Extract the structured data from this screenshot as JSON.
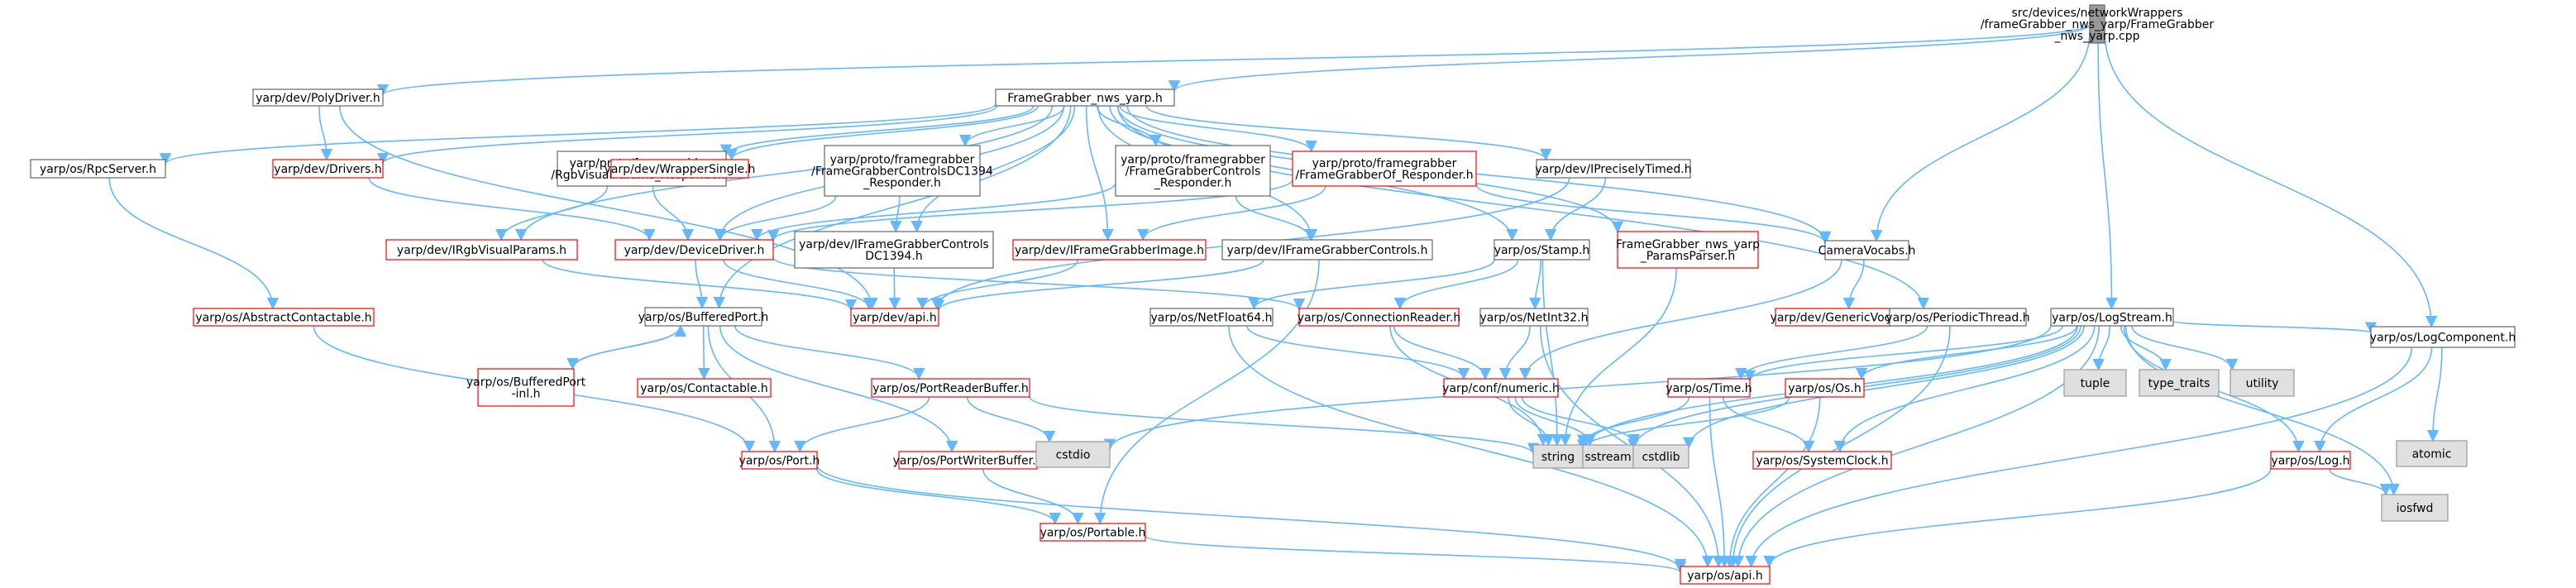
{
  "colors": {
    "edge": "#63b8ff",
    "root_fill": "#999999",
    "root_border": "#666666",
    "normal_border": "#666666",
    "missing_border": "#ff0000",
    "system_fill": "#e0e0e0",
    "system_border": "#999999",
    "node_fill": "#ffffff"
  },
  "nodes": [
    {
      "id": "root",
      "kind": "root",
      "lines": [
        "src/devices/networkWrappers",
        "/frameGrabber_nws_yarp/FrameGrabber",
        "_nws_yarp.cpp"
      ]
    },
    {
      "id": "polydriver",
      "kind": "normal",
      "lines": [
        "yarp/dev/PolyDriver.h"
      ]
    },
    {
      "id": "fgnws_h",
      "kind": "normal",
      "lines": [
        "FrameGrabber_nws_yarp.h"
      ]
    },
    {
      "id": "cameravocabs",
      "kind": "normal",
      "lines": [
        "CameraVocabs.h"
      ]
    },
    {
      "id": "logstream",
      "kind": "normal",
      "lines": [
        "yarp/os/LogStream.h"
      ]
    },
    {
      "id": "logcomponent",
      "kind": "normal",
      "lines": [
        "yarp/os/LogComponent.h"
      ]
    },
    {
      "id": "rpcserver",
      "kind": "normal",
      "lines": [
        "yarp/os/RpcServer.h"
      ]
    },
    {
      "id": "drivers",
      "kind": "missing",
      "lines": [
        "yarp/dev/Drivers.h"
      ]
    },
    {
      "id": "rgbvp_resp",
      "kind": "normal",
      "lines": [
        "yarp/proto/framegrabber",
        "/RgbVisualParams_Responder.h"
      ]
    },
    {
      "id": "wrappersingle",
      "kind": "missing",
      "lines": [
        "yarp/dev/WrapperSingle.h"
      ]
    },
    {
      "id": "fgc1394_resp",
      "kind": "normal",
      "lines": [
        "yarp/proto/framegrabber",
        "/FrameGrabberControlsDC1394",
        "_Responder.h"
      ]
    },
    {
      "id": "fgc_resp",
      "kind": "normal",
      "lines": [
        "yarp/proto/framegrabber",
        "/FrameGrabberControls",
        "_Responder.h"
      ]
    },
    {
      "id": "fgof_resp",
      "kind": "missing",
      "lines": [
        "yarp/proto/framegrabber",
        "/FrameGrabberOf_Responder.h"
      ]
    },
    {
      "id": "ipreciselytimed",
      "kind": "normal",
      "lines": [
        "yarp/dev/IPreciselyTimed.h"
      ]
    },
    {
      "id": "irgbvp",
      "kind": "missing",
      "lines": [
        "yarp/dev/IRgbVisualParams.h"
      ]
    },
    {
      "id": "devicedriver",
      "kind": "missing",
      "lines": [
        "yarp/dev/DeviceDriver.h"
      ]
    },
    {
      "id": "ifgc1394",
      "kind": "normal",
      "lines": [
        "yarp/dev/IFrameGrabberControls",
        "DC1394.h"
      ]
    },
    {
      "id": "ifgimage",
      "kind": "missing",
      "lines": [
        "yarp/dev/IFrameGrabberImage.h"
      ]
    },
    {
      "id": "ifgcontrols",
      "kind": "normal",
      "lines": [
        "yarp/dev/IFrameGrabberControls.h"
      ]
    },
    {
      "id": "stamp",
      "kind": "normal",
      "lines": [
        "yarp/os/Stamp.h"
      ]
    },
    {
      "id": "paramsparser",
      "kind": "missing",
      "lines": [
        "FrameGrabber_nws_yarp",
        "_ParamsParser.h"
      ]
    },
    {
      "id": "genericvocabs",
      "kind": "missing",
      "lines": [
        "yarp/dev/GenericVocabs.h"
      ]
    },
    {
      "id": "periodicthread",
      "kind": "normal",
      "lines": [
        "yarp/os/PeriodicThread.h"
      ]
    },
    {
      "id": "abscontactable",
      "kind": "missing",
      "lines": [
        "yarp/os/AbstractContactable.h"
      ]
    },
    {
      "id": "bufferedport",
      "kind": "normal",
      "lines": [
        "yarp/os/BufferedPort.h"
      ]
    },
    {
      "id": "devapi",
      "kind": "missing",
      "lines": [
        "yarp/dev/api.h"
      ]
    },
    {
      "id": "netfloat64",
      "kind": "normal",
      "lines": [
        "yarp/os/NetFloat64.h"
      ]
    },
    {
      "id": "connreader",
      "kind": "missing",
      "lines": [
        "yarp/os/ConnectionReader.h"
      ]
    },
    {
      "id": "netint32",
      "kind": "normal",
      "lines": [
        "yarp/os/NetInt32.h"
      ]
    },
    {
      "id": "numeric",
      "kind": "missing",
      "lines": [
        "yarp/conf/numeric.h"
      ]
    },
    {
      "id": "time",
      "kind": "missing",
      "lines": [
        "yarp/os/Time.h"
      ]
    },
    {
      "id": "os_h",
      "kind": "missing",
      "lines": [
        "yarp/os/Os.h"
      ]
    },
    {
      "id": "bufferedport_inl",
      "kind": "missing",
      "lines": [
        "yarp/os/BufferedPort",
        "-inl.h"
      ]
    },
    {
      "id": "contactable",
      "kind": "missing",
      "lines": [
        "yarp/os/Contactable.h"
      ]
    },
    {
      "id": "portreaderbuffer",
      "kind": "missing",
      "lines": [
        "yarp/os/PortReaderBuffer.h"
      ]
    },
    {
      "id": "tuple",
      "kind": "system",
      "lines": [
        "tuple"
      ]
    },
    {
      "id": "type_traits",
      "kind": "system",
      "lines": [
        "type_traits"
      ]
    },
    {
      "id": "utility",
      "kind": "system",
      "lines": [
        "utility"
      ]
    },
    {
      "id": "atomic",
      "kind": "system",
      "lines": [
        "atomic"
      ]
    },
    {
      "id": "log",
      "kind": "missing",
      "lines": [
        "yarp/os/Log.h"
      ]
    },
    {
      "id": "port",
      "kind": "missing",
      "lines": [
        "yarp/os/Port.h"
      ]
    },
    {
      "id": "portwriterbuffer",
      "kind": "missing",
      "lines": [
        "yarp/os/PortWriterBuffer.h"
      ]
    },
    {
      "id": "cstdio",
      "kind": "system",
      "lines": [
        "cstdio"
      ]
    },
    {
      "id": "string",
      "kind": "system",
      "lines": [
        "string"
      ]
    },
    {
      "id": "sstream",
      "kind": "system",
      "lines": [
        "sstream"
      ]
    },
    {
      "id": "cstdlib",
      "kind": "system",
      "lines": [
        "cstdlib"
      ]
    },
    {
      "id": "systemclock",
      "kind": "missing",
      "lines": [
        "yarp/os/SystemClock.h"
      ]
    },
    {
      "id": "iosfwd",
      "kind": "system",
      "lines": [
        "iosfwd"
      ]
    },
    {
      "id": "portable",
      "kind": "missing",
      "lines": [
        "yarp/os/Portable.h"
      ]
    },
    {
      "id": "osapi",
      "kind": "missing",
      "lines": [
        "yarp/os/api.h"
      ]
    }
  ],
  "edges": [
    [
      "root",
      "polydriver"
    ],
    [
      "root",
      "fgnws_h"
    ],
    [
      "root",
      "cameravocabs"
    ],
    [
      "root",
      "logstream"
    ],
    [
      "root",
      "logcomponent"
    ],
    [
      "polydriver",
      "drivers"
    ],
    [
      "polydriver",
      "devapi"
    ],
    [
      "fgnws_h",
      "rpcserver"
    ],
    [
      "fgnws_h",
      "drivers"
    ],
    [
      "fgnws_h",
      "rgbvp_resp"
    ],
    [
      "fgnws_h",
      "wrappersingle"
    ],
    [
      "fgnws_h",
      "fgc1394_resp"
    ],
    [
      "fgnws_h",
      "fgc_resp"
    ],
    [
      "fgnws_h",
      "fgof_resp"
    ],
    [
      "fgnws_h",
      "ipreciselytimed"
    ],
    [
      "fgnws_h",
      "irgbvp"
    ],
    [
      "fgnws_h",
      "devicedriver"
    ],
    [
      "fgnws_h",
      "ifgc1394"
    ],
    [
      "fgnws_h",
      "ifgimage"
    ],
    [
      "fgnws_h",
      "ifgcontrols"
    ],
    [
      "fgnws_h",
      "stamp"
    ],
    [
      "fgnws_h",
      "paramsparser"
    ],
    [
      "fgnws_h",
      "cameravocabs"
    ],
    [
      "fgnws_h",
      "periodicthread"
    ],
    [
      "fgnws_h",
      "bufferedport"
    ],
    [
      "rpcserver",
      "abscontactable"
    ],
    [
      "abscontactable",
      "port"
    ],
    [
      "drivers",
      "devicedriver"
    ],
    [
      "rgbvp_resp",
      "irgbvp"
    ],
    [
      "rgbvp_resp",
      "devicedriver"
    ],
    [
      "fgc1394_resp",
      "devicedriver"
    ],
    [
      "fgc1394_resp",
      "ifgc1394"
    ],
    [
      "fgc_resp",
      "devicedriver"
    ],
    [
      "fgc_resp",
      "ifgcontrols"
    ],
    [
      "fgof_resp",
      "devicedriver"
    ],
    [
      "fgof_resp",
      "ifgimage"
    ],
    [
      "fgof_resp",
      "cameravocabs"
    ],
    [
      "ipreciselytimed",
      "stamp"
    ],
    [
      "ipreciselytimed",
      "devapi"
    ],
    [
      "irgbvp",
      "devapi"
    ],
    [
      "devicedriver",
      "devapi"
    ],
    [
      "devicedriver",
      "bufferedport"
    ],
    [
      "devicedriver",
      "connreader"
    ],
    [
      "ifgc1394",
      "devapi"
    ],
    [
      "ifgimage",
      "devapi"
    ],
    [
      "ifgcontrols",
      "devapi"
    ],
    [
      "ifgcontrols",
      "portable"
    ],
    [
      "stamp",
      "netfloat64"
    ],
    [
      "stamp",
      "connreader"
    ],
    [
      "stamp",
      "netint32"
    ],
    [
      "stamp",
      "string"
    ],
    [
      "paramsparser",
      "string"
    ],
    [
      "cameravocabs",
      "genericvocabs"
    ],
    [
      "cameravocabs",
      "numeric"
    ],
    [
      "periodicthread",
      "time"
    ],
    [
      "periodicthread",
      "osapi"
    ],
    [
      "bufferedport",
      "bufferedport_inl"
    ],
    [
      "bufferedport_inl",
      "bufferedport"
    ],
    [
      "bufferedport",
      "contactable"
    ],
    [
      "bufferedport",
      "portreaderbuffer"
    ],
    [
      "bufferedport",
      "portwriterbuffer"
    ],
    [
      "bufferedport",
      "port"
    ],
    [
      "netfloat64",
      "numeric"
    ],
    [
      "netfloat64",
      "osapi"
    ],
    [
      "connreader",
      "string"
    ],
    [
      "connreader",
      "numeric"
    ],
    [
      "netint32",
      "numeric"
    ],
    [
      "netint32",
      "osapi"
    ],
    [
      "numeric",
      "string"
    ],
    [
      "numeric",
      "sstream"
    ],
    [
      "numeric",
      "cstdlib"
    ],
    [
      "logstream",
      "tuple"
    ],
    [
      "logstream",
      "type_traits"
    ],
    [
      "logstream",
      "utility"
    ],
    [
      "logstream",
      "time"
    ],
    [
      "logstream",
      "os_h"
    ],
    [
      "logstream",
      "log"
    ],
    [
      "logstream",
      "logcomponent"
    ],
    [
      "logstream",
      "string"
    ],
    [
      "logstream",
      "sstream"
    ],
    [
      "logstream",
      "cstdlib"
    ],
    [
      "logstream",
      "cstdio"
    ],
    [
      "logstream",
      "iosfwd"
    ],
    [
      "logstream",
      "osapi"
    ],
    [
      "logstream",
      "systemclock"
    ],
    [
      "time",
      "string"
    ],
    [
      "time",
      "systemclock"
    ],
    [
      "time",
      "osapi"
    ],
    [
      "os_h",
      "string"
    ],
    [
      "os_h",
      "osapi"
    ],
    [
      "logcomponent",
      "log"
    ],
    [
      "logcomponent",
      "atomic"
    ],
    [
      "logcomponent",
      "osapi"
    ],
    [
      "log",
      "iosfwd"
    ],
    [
      "log",
      "osapi"
    ],
    [
      "portreaderbuffer",
      "port"
    ],
    [
      "portreaderbuffer",
      "cstdio"
    ],
    [
      "portreaderbuffer",
      "string"
    ],
    [
      "portwriterbuffer",
      "portable"
    ],
    [
      "port",
      "portable"
    ],
    [
      "port",
      "osapi"
    ],
    [
      "portable",
      "osapi"
    ]
  ]
}
